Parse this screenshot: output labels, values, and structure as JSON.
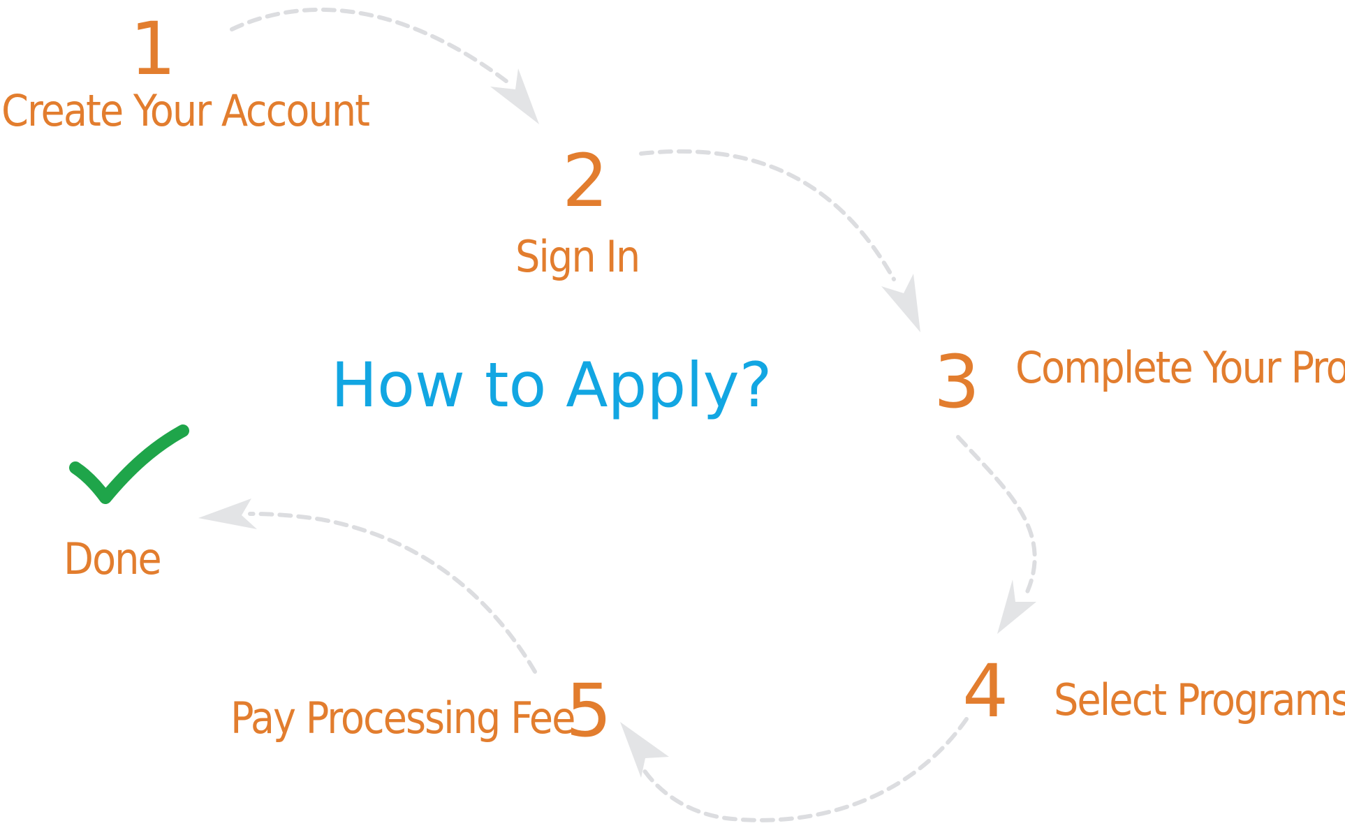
{
  "title": "How to Apply?",
  "steps": [
    {
      "number": "1",
      "label": "Create Your Account"
    },
    {
      "number": "2",
      "label": "Sign In"
    },
    {
      "number": "3",
      "label": "Complete Your Profile"
    },
    {
      "number": "4",
      "label": "Select Programs"
    },
    {
      "number": "5",
      "label": "Pay Processing Fee"
    }
  ],
  "done": {
    "label": "Done",
    "icon": "checkmark-icon"
  },
  "colors": {
    "step_text": "#e27d2e",
    "title": "#12a6e2",
    "check": "#1fa54a",
    "connector": "#dcdde0"
  }
}
